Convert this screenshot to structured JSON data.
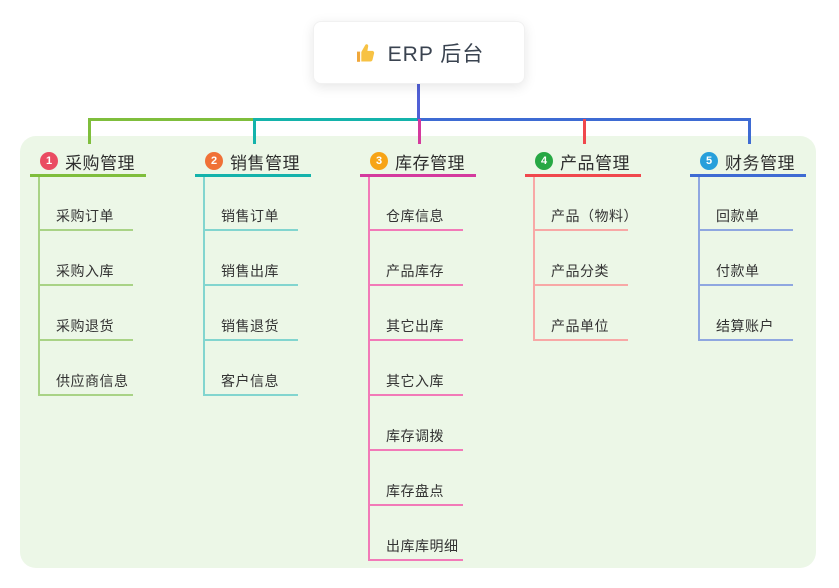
{
  "root": {
    "label": "ERP 后台",
    "icon": "thumbs-up-icon",
    "stem_color": "#5160d6",
    "card_bg": "#ffffff"
  },
  "panel_color": "#ecf7e7",
  "branches": [
    {
      "badge": "1",
      "badge_color": "#ea4c62",
      "label": "采购管理",
      "line_color": "#7fbe3c",
      "child_line_color": "#a9d386",
      "children": [
        "采购订单",
        "采购入库",
        "采购退货",
        "供应商信息"
      ]
    },
    {
      "badge": "2",
      "badge_color": "#f07137",
      "label": "销售管理",
      "line_color": "#14b3ab",
      "child_line_color": "#82d5cf",
      "children": [
        "销售订单",
        "销售出库",
        "销售退货",
        "客户信息"
      ]
    },
    {
      "badge": "3",
      "badge_color": "#f7a416",
      "label": "库存管理",
      "line_color": "#d43a9e",
      "child_line_color": "#f27ab8",
      "children": [
        "仓库信息",
        "产品库存",
        "其它出库",
        "其它入库",
        "库存调拨",
        "库存盘点",
        "出库库明细"
      ]
    },
    {
      "badge": "4",
      "badge_color": "#27a844",
      "label": "产品管理",
      "line_color": "#f0484d",
      "child_line_color": "#f8a8a6",
      "children": [
        "产品（物料）",
        "产品分类",
        "产品单位"
      ]
    },
    {
      "badge": "5",
      "badge_color": "#279fdb",
      "label": "财务管理",
      "line_color": "#3e6bd3",
      "child_line_color": "#8fa7e0",
      "children": [
        "回款单",
        "付款单",
        "结算账户"
      ]
    }
  ]
}
